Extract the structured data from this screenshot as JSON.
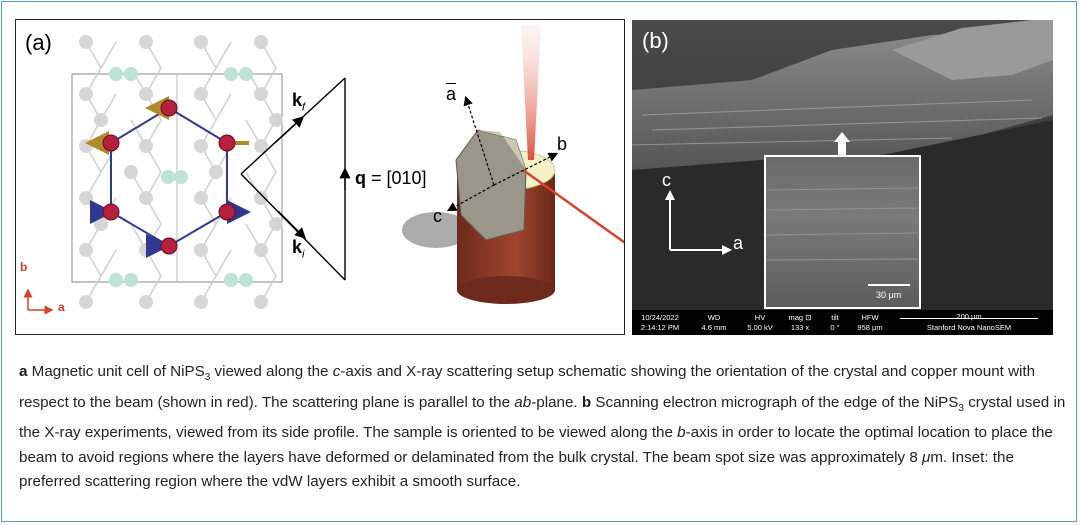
{
  "panel_a": {
    "label": "(a)",
    "k_f": "k",
    "k_f_sub": "f",
    "k_i": "k",
    "k_i_sub": "i",
    "q_label": "q",
    "q_value": "= [010]",
    "axis_b": "b",
    "axis_a": "a",
    "crystal_a_bar": "a",
    "crystal_b": "b",
    "crystal_c": "c",
    "colors": {
      "atom": "#b5203c",
      "ghost": "#d6d6d6",
      "ghost_green": "#bfe3d2",
      "bond": "#2f3a8f",
      "arrow_gold": "#b08a2a",
      "arrow_navy": "#2f3a8f",
      "beam": "#d9402a",
      "copper": "#8b3a26",
      "axis_red": "#d9402a"
    }
  },
  "panel_b": {
    "label": "(b)",
    "axis_c": "c",
    "axis_a": "a",
    "scale_inset": "30 μm",
    "info": {
      "date": "10/24/2022",
      "time": "2:14:12 PM",
      "wd_label": "WD",
      "wd_value": "4.6 mm",
      "hv_label": "HV",
      "hv_value": "5.00 kV",
      "mag_label": "mag ⊡",
      "mag_value": "133 x",
      "tilt_label": "tilt",
      "tilt_value": "0 °",
      "hfw_label": "HFW",
      "hfw_value": "958 μm",
      "scale": "200 μm",
      "instrument": "Stanford Nova NanoSEM"
    }
  },
  "caption": {
    "a_tag": "a",
    "a_1": " Magnetic unit cell of NiPS",
    "a_sub3": "3",
    "a_2": " viewed along the ",
    "a_c": "c",
    "a_3": "-axis and X-ray scattering setup schematic showing the orientation of the crystal and copper mount with respect to the beam (shown in red). The scattering plane is parallel to the ",
    "a_ab": "ab",
    "a_4": "-plane. ",
    "b_tag": "b",
    "b_1": " Scanning electron micrograph of the edge of the NiPS",
    "b_sub3": "3",
    "b_2": " crystal used in the X-ray experiments, viewed from its side profile. The sample is oriented to be viewed along the ",
    "b_b": "b",
    "b_3": "-axis in order to locate the optimal location to place the beam to avoid regions where the layers have deformed or delaminated from the bulk crystal. The beam spot size was approximately 8 ",
    "b_mu": "μ",
    "b_4": "m. Inset: the preferred scattering region where the vdW layers exhibit a smooth surface."
  }
}
